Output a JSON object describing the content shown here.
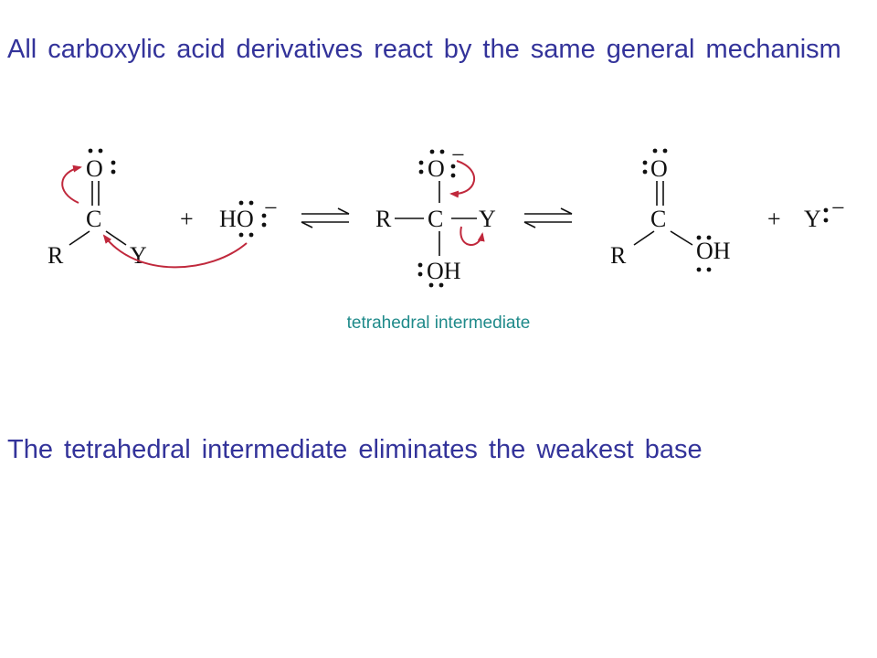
{
  "title": "All carboxylic acid derivatives react by the same general mechanism",
  "caption": "tetrahedral intermediate",
  "footer": "The tetrahedral intermediate eliminates the weakest base",
  "scheme": {
    "reactant": {
      "o": "O",
      "c": "C",
      "r": "R",
      "y": "Y"
    },
    "plus1": "+",
    "nucleophile": {
      "h": "H",
      "o": "O",
      "charge": "−"
    },
    "intermediate": {
      "o": "O",
      "charge": "−",
      "r": "R",
      "c": "C",
      "y": "Y",
      "oh": "OH"
    },
    "product": {
      "o": "O",
      "c": "C",
      "r": "R",
      "oh": "OH"
    },
    "plus2": "+",
    "leaving_group": {
      "y": "Y",
      "charge": "−"
    }
  },
  "colors": {
    "heading": "#33339a",
    "caption": "#1f8a8a",
    "curved_arrow": "#c0283c"
  }
}
